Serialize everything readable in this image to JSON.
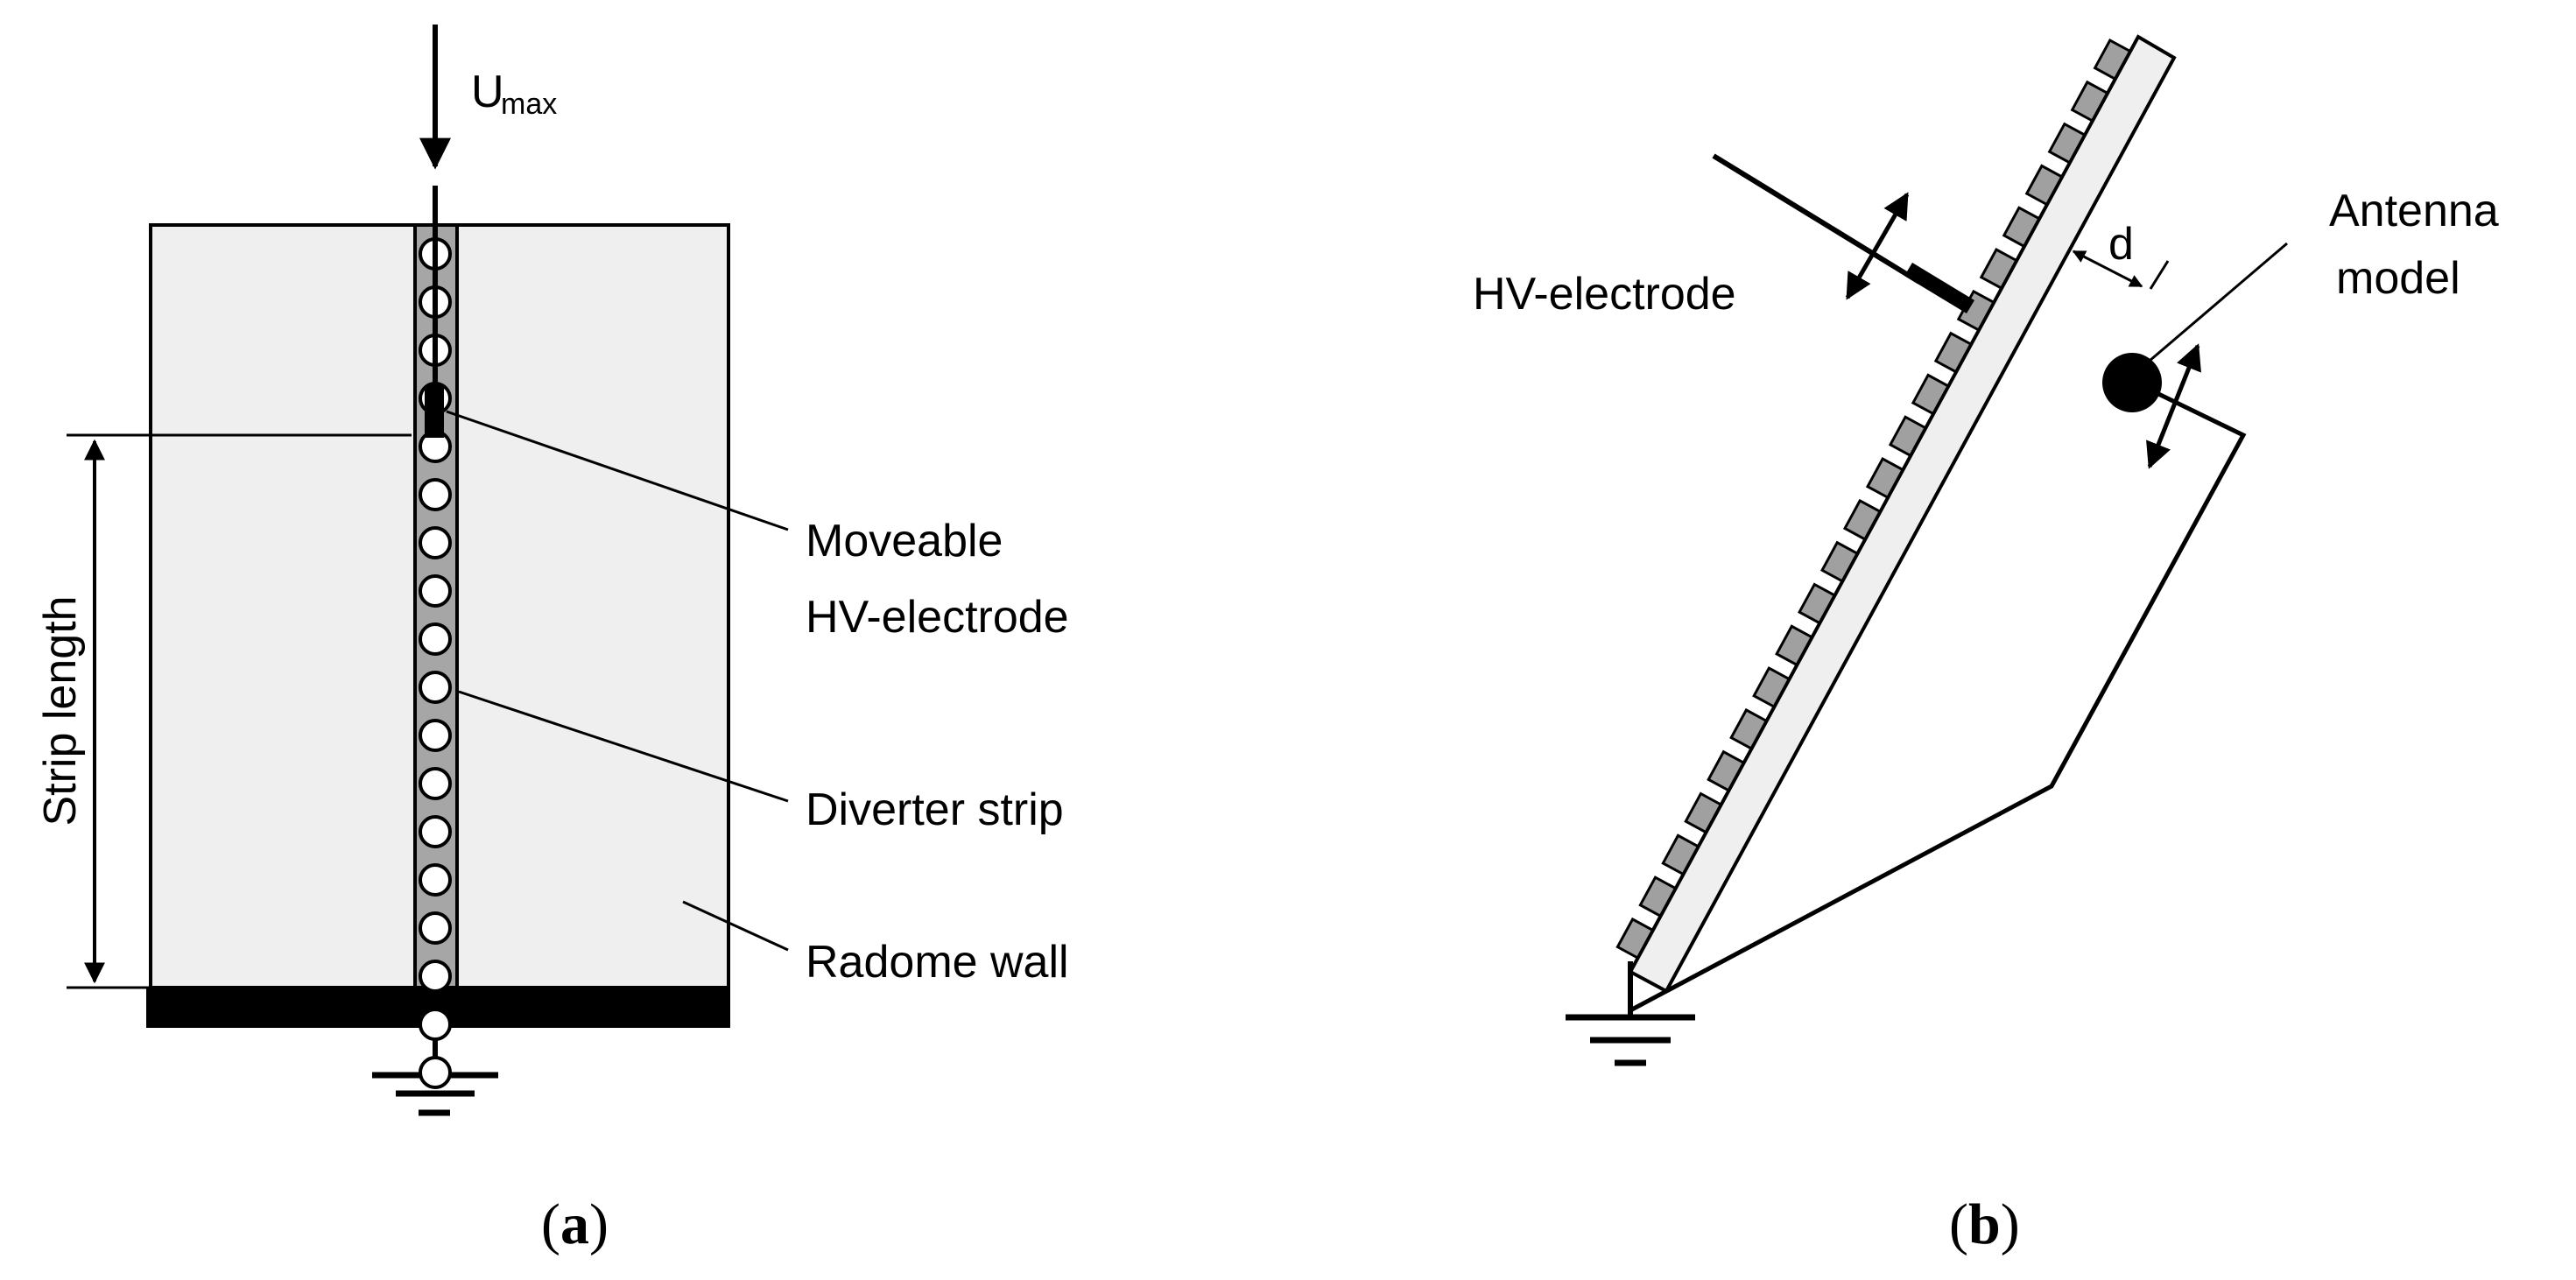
{
  "panel_a": {
    "voltage_label": "U",
    "voltage_subscript": "max",
    "strip_length_label": "Strip length",
    "moveable_label_line1": "Moveable",
    "moveable_label_line2": "HV-electrode",
    "diverter_label": "Diverter strip",
    "radome_label": "Radome wall",
    "caption_open": "(",
    "caption_letter": "a",
    "caption_close": ")"
  },
  "panel_b": {
    "hv_label": "HV-electrode",
    "distance_label": "d",
    "antenna_label_line1": "Antenna",
    "antenna_label_line2": "model",
    "caption_open": "(",
    "caption_letter": "b",
    "caption_close": ")"
  },
  "colors": {
    "radome_fill": "#efefef",
    "strip_fill": "#a6a6a6",
    "segment_fill": "#a0a0a0",
    "ink": "#000000"
  }
}
